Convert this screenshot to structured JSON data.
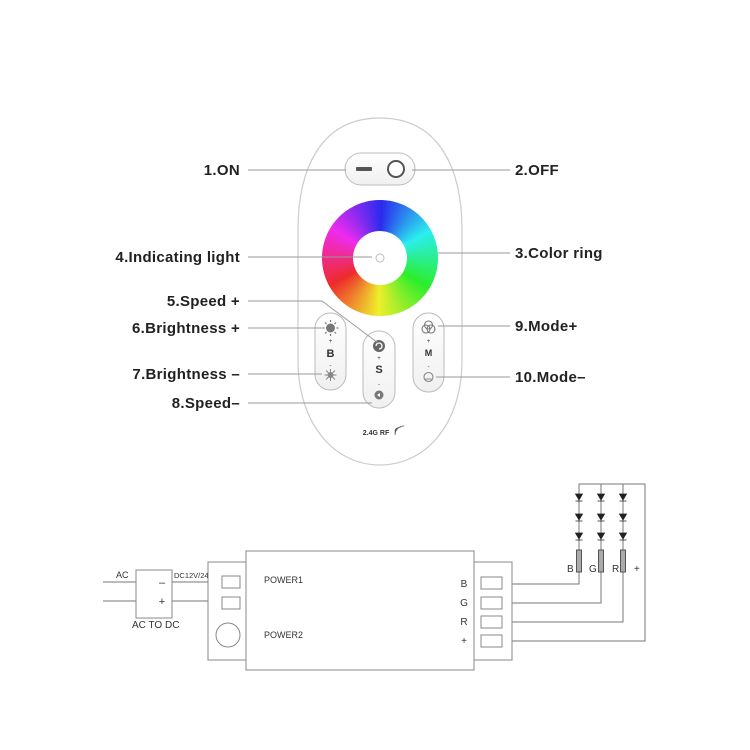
{
  "remote": {
    "labels": {
      "on": "1.ON",
      "off": "2.OFF",
      "color_ring": "3.Color ring",
      "indicating_light": "4.Indicating light",
      "speed_plus": "5.Speed +",
      "brightness_plus": "6.Brightness +",
      "brightness_minus": "7.Brightness –",
      "speed_minus": "8.Speed–",
      "mode_plus": "9.Mode+",
      "mode_minus": "10.Mode–"
    },
    "buttons": {
      "brightness": "B",
      "speed": "S",
      "mode": "M",
      "plus": "+",
      "minus": "-"
    },
    "rf_label": "2.4G RF"
  },
  "wiring": {
    "ac_label": "AC",
    "dc_label": "DC12V/24V",
    "converter_label": "AC TO DC",
    "converter_minus": "–",
    "converter_plus": "+",
    "power1": "POWER1",
    "power2": "POWER2",
    "outputs": [
      "B",
      "G",
      "R",
      "+"
    ],
    "strip_labels": [
      "B",
      "G",
      "R",
      "+"
    ]
  }
}
